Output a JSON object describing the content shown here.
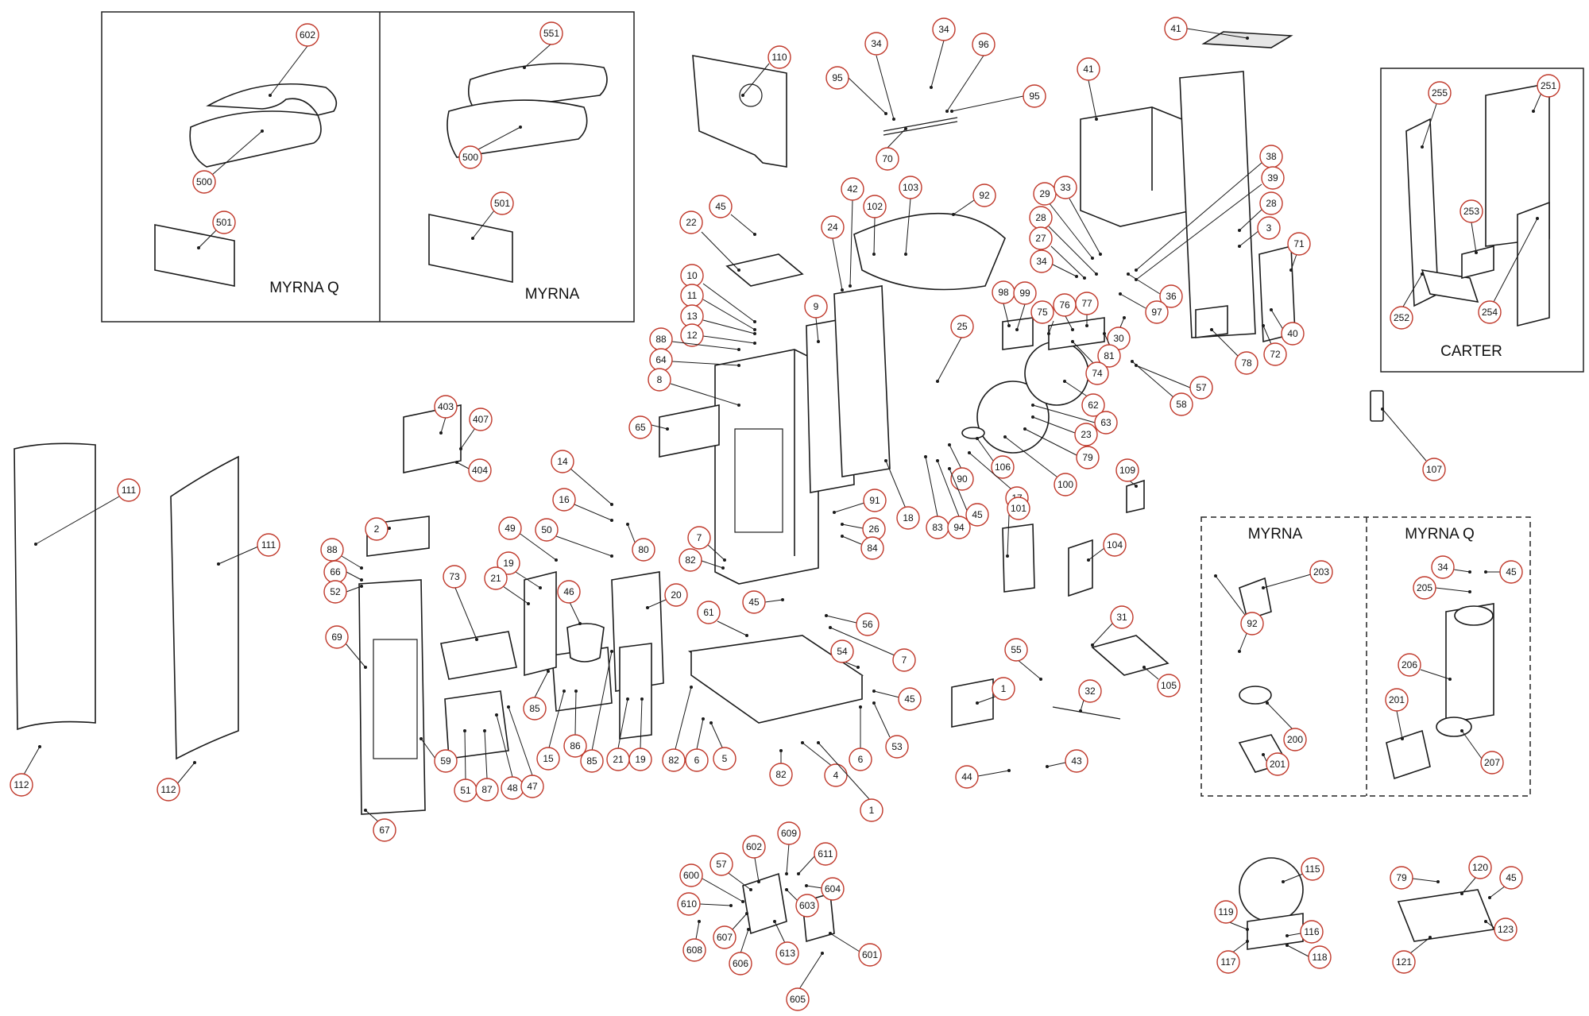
{
  "labels": {
    "myrna_q": "MYRNA Q",
    "myrna": "MYRNA",
    "carter": "CARTER",
    "myrna_2": "MYRNA",
    "myrna_q_2": "MYRNA Q"
  },
  "callouts": {
    "c602a": "602",
    "c551": "551",
    "c500a": "500",
    "c500b": "500",
    "c501a": "501",
    "c501b": "501",
    "c110": "110",
    "c34a": "34",
    "c34b": "34",
    "c96": "96",
    "c95a": "95",
    "c95b": "95",
    "c70": "70",
    "c41a": "41",
    "c41b": "41",
    "c251": "251",
    "c255": "255",
    "c253": "253",
    "c252": "252",
    "c254": "254",
    "c22": "22",
    "c45a": "45",
    "c42": "42",
    "c103": "103",
    "c102": "102",
    "c92a": "92",
    "c24": "24",
    "c29": "29",
    "c33": "33",
    "c38": "38",
    "c39": "39",
    "c28a": "28",
    "c28b": "28",
    "c27": "27",
    "c34c": "34",
    "c3": "3",
    "c36": "36",
    "c97": "97",
    "c71": "71",
    "c10": "10",
    "c11": "11",
    "c13": "13",
    "c12": "12",
    "c88a": "88",
    "c64": "64",
    "c8": "8",
    "c9": "9",
    "c25": "25",
    "c98": "98",
    "c99": "99",
    "c75": "75",
    "c76": "76",
    "c77": "77",
    "c30": "30",
    "c81": "81",
    "c74": "74",
    "c40": "40",
    "c72": "72",
    "c78": "78",
    "c57a": "57",
    "c58": "58",
    "c62": "62",
    "c63": "63",
    "c23": "23",
    "c79a": "79",
    "c65": "65",
    "c106": "106",
    "c100": "100",
    "c90": "90",
    "c17": "17",
    "c83": "83",
    "c94": "94",
    "c45b": "45",
    "c18": "18",
    "c109": "109",
    "c107": "107",
    "c403": "403",
    "c407": "407",
    "c404": "404",
    "c111a": "111",
    "c111b": "111",
    "c14": "14",
    "c16": "16",
    "c80": "80",
    "c91": "91",
    "c26": "26",
    "c84": "84",
    "c101": "101",
    "c104": "104",
    "c49": "49",
    "c50": "50",
    "c7a": "7",
    "c82a": "82",
    "c2": "2",
    "c88b": "88",
    "c66": "66",
    "c52": "52",
    "c73": "73",
    "c19a": "19",
    "c21a": "21",
    "c46": "46",
    "c20": "20",
    "c45c": "45",
    "c56": "56",
    "c61": "61",
    "c7b": "7",
    "c69": "69",
    "c85a": "85",
    "c86": "86",
    "c15": "15",
    "c85b": "85",
    "c21b": "21",
    "c19b": "19",
    "c54": "54",
    "c45d": "45",
    "c53": "53",
    "c55": "55",
    "c31": "31",
    "c105": "105",
    "c1a": "1",
    "c32": "32",
    "c82b": "82",
    "c6a": "6",
    "c5": "5",
    "c82c": "82",
    "c4": "4",
    "c6b": "6",
    "c1b": "1",
    "c59": "59",
    "c51": "51",
    "c87": "87",
    "c48": "48",
    "c47": "47",
    "c112a": "112",
    "c112b": "112",
    "c67": "67",
    "c44": "44",
    "c43": "43",
    "c203": "203",
    "c92b": "92",
    "c200": "200",
    "c201a": "201",
    "c34d": "34",
    "c45e": "45",
    "c205": "205",
    "c206": "206",
    "c201b": "201",
    "c207": "207",
    "c609": "609",
    "c611": "611",
    "c602b": "602",
    "c57b": "57",
    "c600": "600",
    "c604": "604",
    "c610": "610",
    "c603": "603",
    "c607": "607",
    "c608": "608",
    "c606": "606",
    "c613": "613",
    "c601": "601",
    "c605": "605",
    "c115": "115",
    "c119": "119",
    "c116": "116",
    "c117": "117",
    "c118": "118",
    "c79b": "79",
    "c120": "120",
    "c45f": "45",
    "c123": "123",
    "c121": "121"
  }
}
